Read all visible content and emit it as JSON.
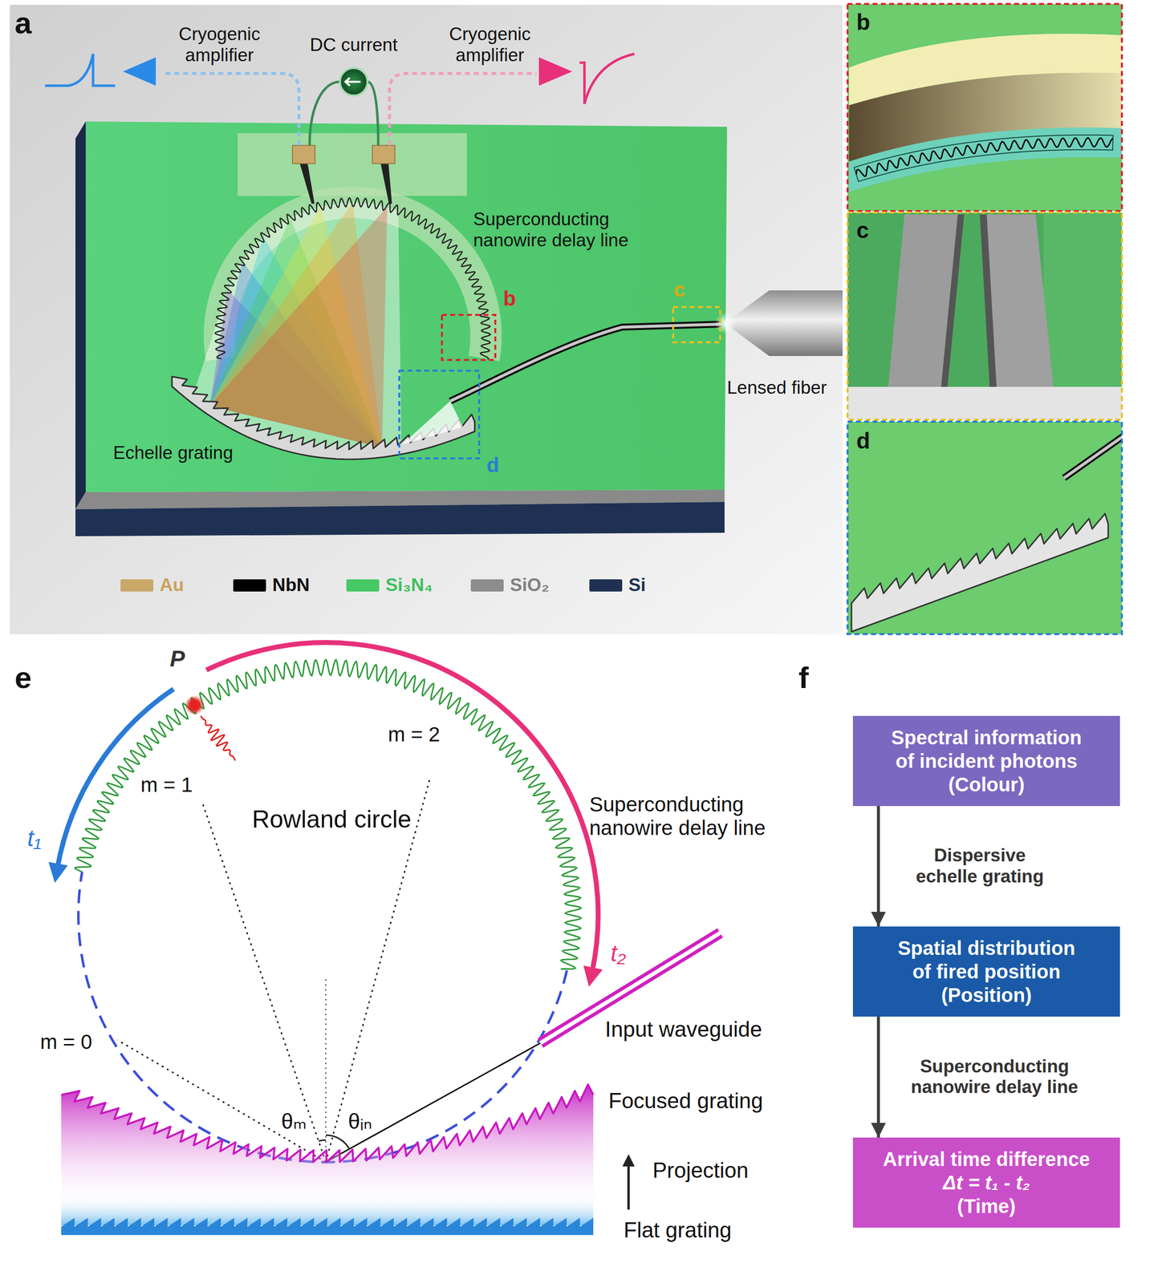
{
  "diagram": {
    "nodes": [
      {
        "text": [
          "Spectral information of incident photons",
          "(Colour)"
        ]
      },
      {
        "text": [
          "Spatial distribution of fired position",
          "(Position)"
        ]
      },
      {
        "text": [
          "Arrival time difference",
          "Δt = t₁ - t₂",
          "(Time)"
        ]
      }
    ],
    "edges": [
      {
        "from": 0,
        "to": 1,
        "arrow": "to",
        "label": "Dispersive echelle grating"
      },
      {
        "from": 1,
        "to": 2,
        "arrow": "to",
        "label": "Superconducting nanowire delay line"
      }
    ],
    "labels": [
      "a",
      "Cryogenic amplifier",
      "DC current",
      "Cryogenic amplifier",
      "Superconducting nanowire delay line",
      "b",
      "c",
      "d",
      "Lensed fiber",
      "Echelle grating",
      "b",
      "c",
      "d",
      "e",
      "P",
      "m = 1",
      "m = 2",
      "Rowland circle",
      "Superconducting nanowire delay line",
      "t₁",
      "t₂",
      "m = 0",
      "θₘ",
      "θᵢₙ",
      "Input waveguide",
      "Focused grating",
      "Projection",
      "Flat grating",
      "f"
    ],
    "legend": [
      {
        "text": "Au",
        "color": "#c9a86a"
      },
      {
        "text": "NbN",
        "color": "#000000"
      },
      {
        "text": "Si₃N₄",
        "color": "#46c864"
      },
      {
        "text": "SiO₂",
        "color": "#8c8c8c"
      },
      {
        "text": "Si",
        "color": "#1e3152"
      }
    ]
  }
}
